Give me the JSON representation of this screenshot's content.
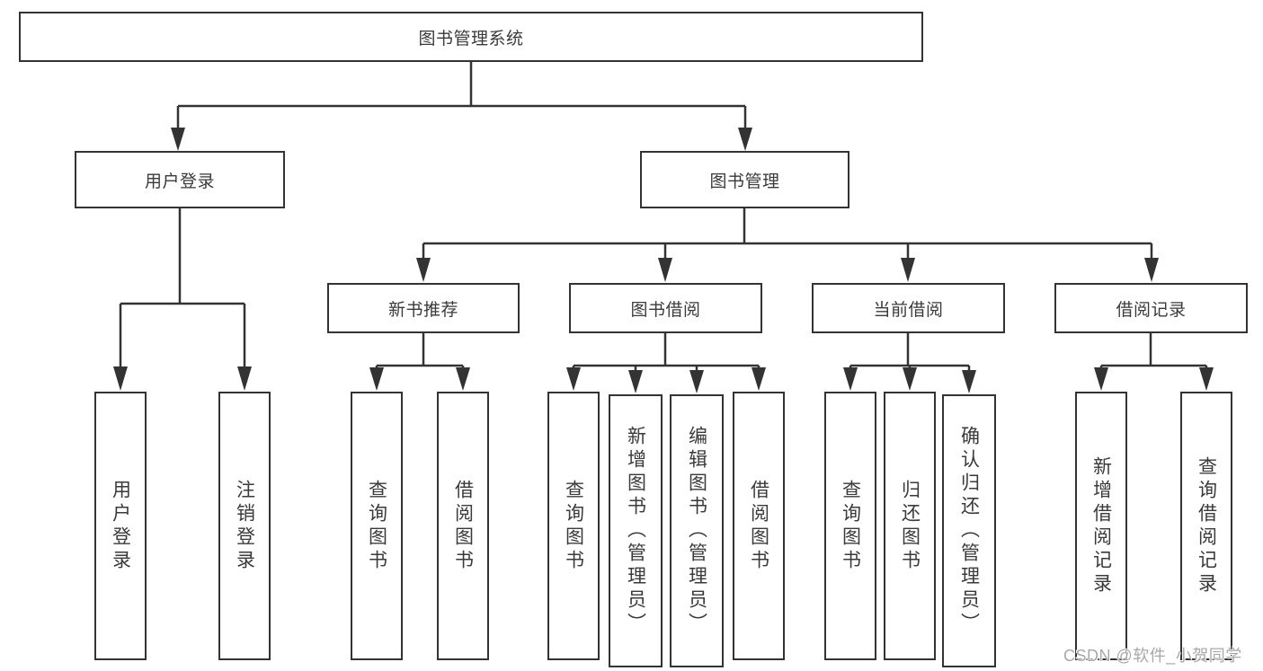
{
  "nodes": {
    "root": {
      "label": "图书管理系统"
    },
    "user_login": {
      "label": "用户登录"
    },
    "book_mgmt": {
      "label": "图书管理"
    },
    "new_book_rec": {
      "label": "新书推荐"
    },
    "book_borrow": {
      "label": "图书借阅"
    },
    "current_borrow": {
      "label": "当前借阅"
    },
    "borrow_records": {
      "label": "借阅记录"
    },
    "ul_user_login": {
      "label": "用户登录"
    },
    "ul_logout": {
      "label": "注销登录"
    },
    "nb_query_books": {
      "label": "查询图书"
    },
    "nb_borrow_books": {
      "label": "借阅图书"
    },
    "bb_query_books": {
      "label": "查询图书"
    },
    "bb_add_books": {
      "label": "新增图书（管理员）"
    },
    "bb_edit_books": {
      "label": "编辑图书（管理员）"
    },
    "bb_borrow_books": {
      "label": "借阅图书"
    },
    "cb_query_books": {
      "label": "查询图书"
    },
    "cb_return_books": {
      "label": "归还图书"
    },
    "cb_confirm_return": {
      "label": "确认归还（管理员）"
    },
    "br_add_record": {
      "label": "新增借阅记录"
    },
    "br_query_record": {
      "label": "查询借阅记录"
    }
  },
  "hierarchy": {
    "图书管理系统": {
      "用户登录": [
        "用户登录",
        "注销登录"
      ],
      "图书管理": {
        "新书推荐": [
          "查询图书",
          "借阅图书"
        ],
        "图书借阅": [
          "查询图书",
          "新增图书（管理员）",
          "编辑图书（管理员）",
          "借阅图书"
        ],
        "当前借阅": [
          "查询图书",
          "归还图书",
          "确认归还（管理员）"
        ],
        "借阅记录": [
          "新增借阅记录",
          "查询借阅记录"
        ]
      }
    }
  },
  "watermark": {
    "text": "CSDN @软件_小贺同学"
  },
  "colors": {
    "line": "#333333",
    "box_border": "#333333",
    "text": "#3a3a3a",
    "watermark": "#a8a8a8",
    "background": "#ffffff"
  }
}
